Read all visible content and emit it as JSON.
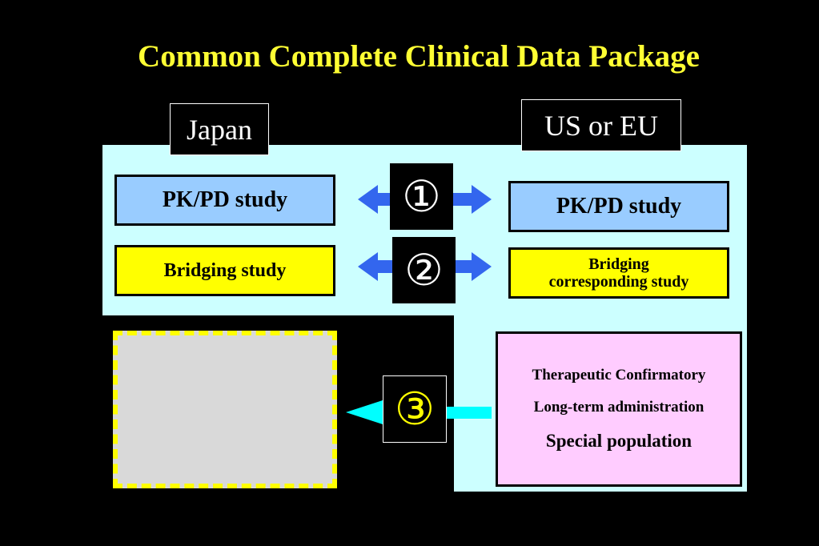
{
  "title": "Common Complete Clinical Data Package",
  "labels": {
    "japan": "Japan",
    "us_eu": "US or EU"
  },
  "japan_studies": {
    "pk_pd": "PK/PD study",
    "bridging": "Bridging study"
  },
  "us_eu_studies": {
    "pk_pd": "PK/PD study",
    "bridging_line1": "Bridging",
    "bridging_line2": "corresponding study",
    "therapeutic": "Therapeutic Confirmatory",
    "long_term": "Long-term administration",
    "special": "Special population"
  },
  "markers": {
    "one": "①",
    "two": "②",
    "three": "③"
  },
  "colors": {
    "title": "#ffff33",
    "background": "#000000",
    "panel": "#ccffff",
    "pk_box": "#99ccff",
    "bridge_box": "#ffff00",
    "confirm_box": "#ffccff",
    "blue_arrow": "#3366ee",
    "cyan_arrow": "#00ffff",
    "placeholder": "#d9d9d9"
  }
}
